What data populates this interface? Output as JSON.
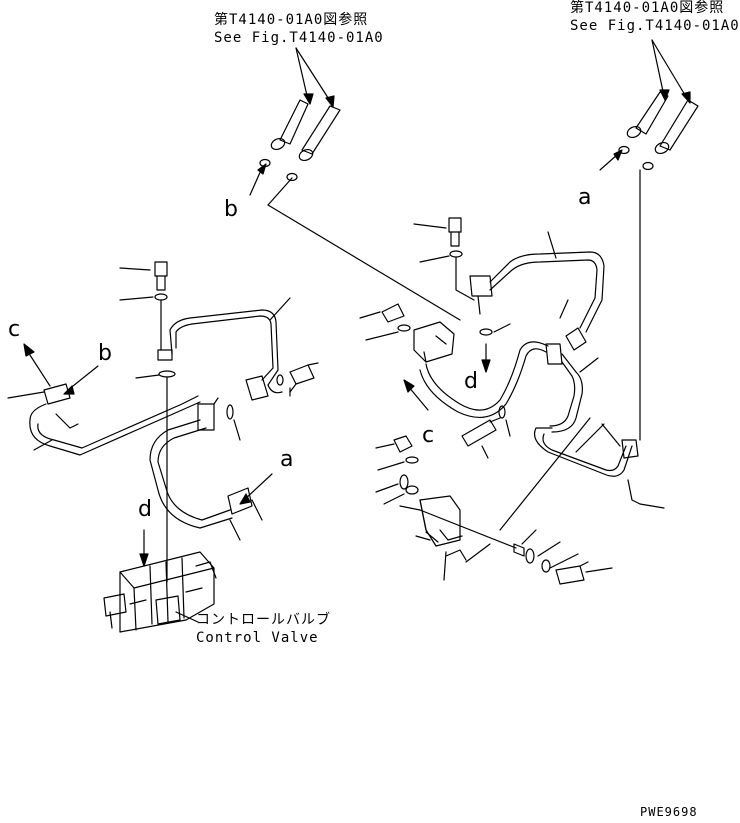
{
  "references": {
    "left_jp": "第T4140-01A0図参照",
    "left_en": "See Fig.T4140-01A0",
    "right_jp": "第T4140-01A0図参照",
    "right_en": "See Fig.T4140-01A0"
  },
  "callouts": {
    "b_top": "b",
    "a_top": "a",
    "c_left": "c",
    "b_left": "b",
    "a_left": "a",
    "d_left": "d",
    "d_right": "d",
    "c_right": "c"
  },
  "control_valve": {
    "jp": "コントロールバルブ",
    "en": "Control Valve"
  },
  "drawing_code": "PWE9698",
  "colors": {
    "ink": "#000000",
    "paper": "#ffffff"
  }
}
